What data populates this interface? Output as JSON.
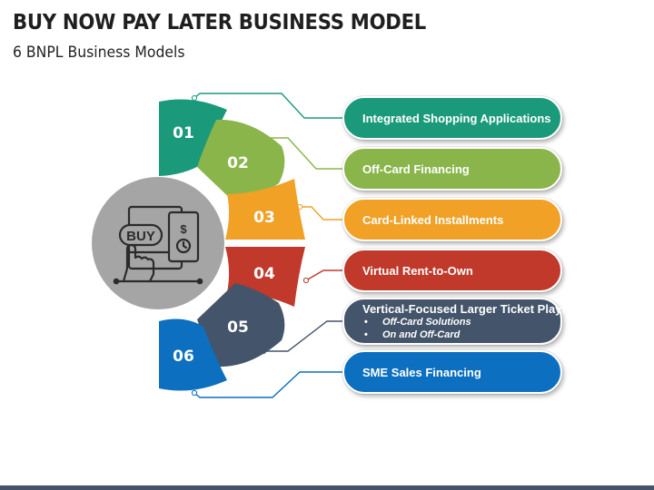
{
  "header": {
    "title": "BUY NOW PAY LATER BUSINESS MODEL",
    "subtitle": "6 BNPL Business Models"
  },
  "center_icon": {
    "name": "buy-hand-icon",
    "text": "BUY",
    "coin_symbol": "$"
  },
  "steps": [
    {
      "number": "01",
      "label": "Integrated Shopping Applications",
      "color": "#1a9a7a"
    },
    {
      "number": "02",
      "label": "Off-Card Financing",
      "color": "#8ab54a"
    },
    {
      "number": "03",
      "label": "Card-Linked Installments",
      "color": "#f0a126"
    },
    {
      "number": "04",
      "label": "Virtual Rent-to-Own",
      "color": "#c0392b"
    },
    {
      "number": "05",
      "label": "Vertical-Focused Larger Ticket Plays",
      "color": "#44546a",
      "bullets": [
        "Off-Card Solutions",
        "On and Off-Card"
      ]
    },
    {
      "number": "06",
      "label": "SME Sales Financing",
      "color": "#0d6fbf"
    }
  ],
  "colors": {
    "circle": "#a5a5a5",
    "icon_stroke": "#2b2b2b",
    "footer": "#44546a"
  }
}
